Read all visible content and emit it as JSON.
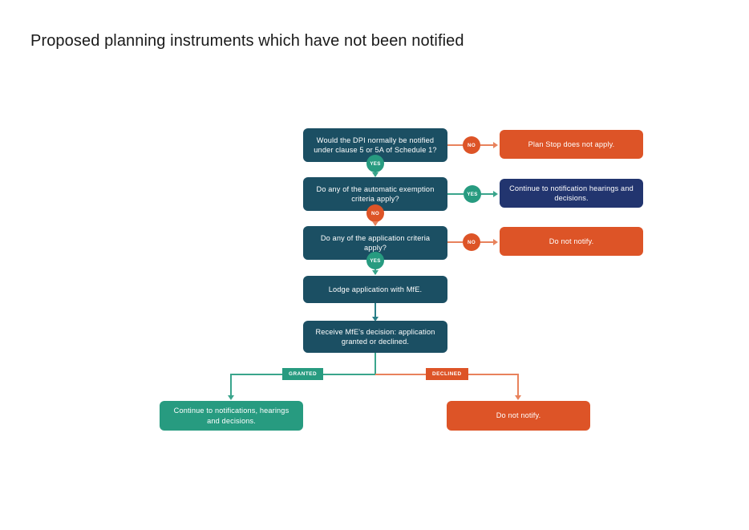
{
  "page": {
    "title": "Proposed planning instruments which have not been notified"
  },
  "colors": {
    "dark_teal": "#1b4f63",
    "orange": "#dd5427",
    "navy": "#22356f",
    "teal": "#279b80",
    "connector_teal": "#3aa58c",
    "connector_orange": "#e8825c",
    "background": "#ffffff",
    "title_text": "#1a1a1a"
  },
  "flowchart": {
    "type": "flowchart",
    "nodes": {
      "q1": {
        "text": "Would the DPI normally be notified under clause 5 or 5A of Schedule 1?",
        "shape": "rounded-rect",
        "color": "dark_teal"
      },
      "q1_no_outcome": {
        "text": "Plan Stop does not apply.",
        "shape": "rounded-rect",
        "color": "orange"
      },
      "q2": {
        "text": "Do any of the automatic exemption criteria apply?",
        "shape": "rounded-rect",
        "color": "dark_teal"
      },
      "q2_yes_outcome": {
        "text": "Continue to notification hearings and decisions.",
        "shape": "rounded-rect",
        "color": "navy"
      },
      "q3": {
        "text": "Do any of the application criteria apply?",
        "shape": "rounded-rect",
        "color": "dark_teal"
      },
      "q3_no_outcome": {
        "text": "Do not notify.",
        "shape": "rounded-rect",
        "color": "orange"
      },
      "lodge": {
        "text": "Lodge application with MfE.",
        "shape": "rounded-rect",
        "color": "dark_teal"
      },
      "decision": {
        "text": "Receive MfE's decision: application granted or declined.",
        "shape": "rounded-rect",
        "color": "dark_teal"
      },
      "granted_outcome": {
        "text": "Continue to notifications, hearings and decisions.",
        "shape": "rounded-rect",
        "color": "teal"
      },
      "declined_outcome": {
        "text": "Do not notify.",
        "shape": "rounded-rect",
        "color": "orange"
      }
    },
    "edge_labels": {
      "q1_no": "NO",
      "q1_yes": "YES",
      "q2_yes": "YES",
      "q2_no": "NO",
      "q3_no": "NO",
      "q3_yes": "YES",
      "granted": "GRANTED",
      "declined": "DECLINED"
    },
    "edges": [
      {
        "from": "q1",
        "to": "q1_no_outcome",
        "label": "NO",
        "direction": "right"
      },
      {
        "from": "q1",
        "to": "q2",
        "label": "YES",
        "direction": "down"
      },
      {
        "from": "q2",
        "to": "q2_yes_outcome",
        "label": "YES",
        "direction": "right"
      },
      {
        "from": "q2",
        "to": "q3",
        "label": "NO",
        "direction": "down"
      },
      {
        "from": "q3",
        "to": "q3_no_outcome",
        "label": "NO",
        "direction": "right"
      },
      {
        "from": "q3",
        "to": "lodge",
        "label": "YES",
        "direction": "down"
      },
      {
        "from": "lodge",
        "to": "decision",
        "label": "",
        "direction": "down"
      },
      {
        "from": "decision",
        "to": "granted_outcome",
        "label": "GRANTED",
        "direction": "down-left"
      },
      {
        "from": "decision",
        "to": "declined_outcome",
        "label": "DECLINED",
        "direction": "down-right"
      }
    ]
  }
}
